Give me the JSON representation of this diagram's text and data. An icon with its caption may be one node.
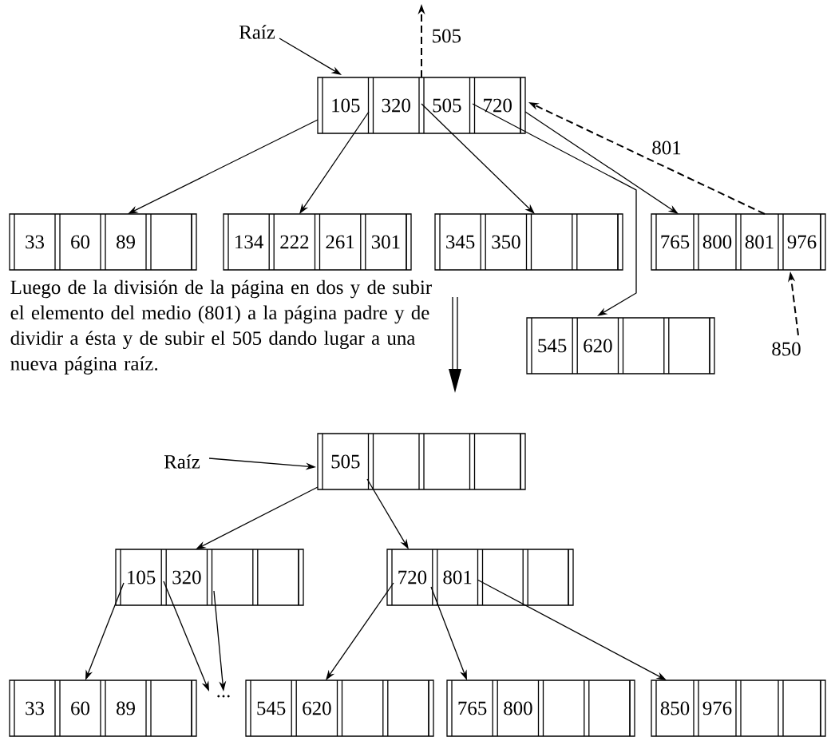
{
  "diagram": {
    "nodes": [
      {
        "text": [
          "Raíz"
        ]
      },
      {
        "text": [
          "105",
          "320",
          "505",
          "720"
        ]
      },
      {
        "text": [
          "33",
          "60",
          "89"
        ]
      },
      {
        "text": [
          "134",
          "222",
          "261",
          "301"
        ]
      },
      {
        "text": [
          "345",
          "350"
        ]
      },
      {
        "text": [
          "765",
          "800",
          "801",
          "976"
        ]
      },
      {
        "text": [
          "545",
          "620"
        ]
      },
      {
        "text": [
          "850"
        ]
      },
      {
        "text": [
          "Raíz"
        ]
      },
      {
        "text": [
          "505"
        ]
      },
      {
        "text": [
          "105",
          "320"
        ]
      },
      {
        "text": [
          "720",
          "801"
        ]
      },
      {
        "text": [
          "33",
          "60",
          "89"
        ]
      },
      {
        "text": [
          "..."
        ]
      },
      {
        "text": [
          "545",
          "620"
        ]
      },
      {
        "text": [
          "765",
          "800"
        ]
      },
      {
        "text": [
          "850",
          "976"
        ]
      }
    ],
    "edges": [
      {
        "from": 0,
        "to": 1,
        "arrow": "to"
      },
      {
        "from": 1,
        "to": null,
        "arrow": "to",
        "style": "dashed",
        "label": "505"
      },
      {
        "from": 1,
        "to": 2,
        "arrow": "to"
      },
      {
        "from": 1,
        "to": 3,
        "arrow": "to"
      },
      {
        "from": 1,
        "to": 4,
        "arrow": "to"
      },
      {
        "from": 1,
        "to": 6,
        "arrow": "to"
      },
      {
        "from": 1,
        "to": 5,
        "arrow": "to"
      },
      {
        "from": 5,
        "to": 1,
        "arrow": "to",
        "style": "dashed",
        "label": "801"
      },
      {
        "from": 7,
        "to": 5,
        "arrow": "to",
        "style": "dashed"
      },
      {
        "from": 8,
        "to": 9,
        "arrow": "to"
      },
      {
        "from": 9,
        "to": 10,
        "arrow": "to"
      },
      {
        "from": 9,
        "to": 11,
        "arrow": "to"
      },
      {
        "from": 10,
        "to": 12,
        "arrow": "to"
      },
      {
        "from": 10,
        "to": 13,
        "arrow": "to"
      },
      {
        "from": 10,
        "to": 13,
        "arrow": "to"
      },
      {
        "from": 11,
        "to": 14,
        "arrow": "to"
      },
      {
        "from": 11,
        "to": 15,
        "arrow": "to"
      },
      {
        "from": 11,
        "to": 16,
        "arrow": "to"
      }
    ],
    "labels": [
      "Luego de la división de la página en dos y de subir el elemento del medio (801) a la página padre y de dividir a ésta y de subir el 505 dando lugar a una nueva página raíz."
    ]
  }
}
